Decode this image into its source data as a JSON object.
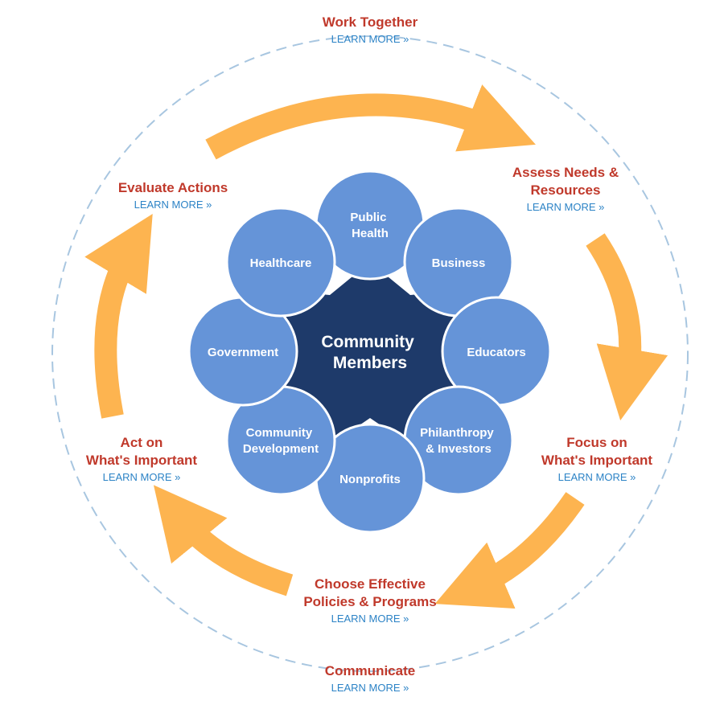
{
  "center": {
    "line1": "Community",
    "line2": "Members"
  },
  "sectors": [
    {
      "line1": "Public",
      "line2": "Health"
    },
    {
      "line1": "Business",
      "line2": ""
    },
    {
      "line1": "Educators",
      "line2": ""
    },
    {
      "line1": "Philanthropy",
      "line2": "& Investors"
    },
    {
      "line1": "Nonprofits",
      "line2": ""
    },
    {
      "line1": "Community",
      "line2": "Development"
    },
    {
      "line1": "Government",
      "line2": ""
    },
    {
      "line1": "Healthcare",
      "line2": ""
    }
  ],
  "steps": {
    "work_together": {
      "line1": "Work Together",
      "line2": "",
      "link": "LEARN MORE »"
    },
    "assess": {
      "line1": "Assess Needs &",
      "line2": "Resources",
      "link": "LEARN MORE »"
    },
    "focus": {
      "line1": "Focus on",
      "line2": "What's Important",
      "link": "LEARN MORE »"
    },
    "choose": {
      "line1": "Choose Effective",
      "line2": "Policies & Programs",
      "link": "LEARN MORE »"
    },
    "communicate": {
      "line1": "Communicate",
      "line2": "",
      "link": "LEARN MORE »"
    },
    "act": {
      "line1": "Act on",
      "line2": "What's Important",
      "link": "LEARN MORE »"
    },
    "evaluate": {
      "line1": "Evaluate Actions",
      "line2": "",
      "link": "LEARN MORE »"
    }
  },
  "colors": {
    "step_title": "#c0392b",
    "link": "#2c83c6",
    "arrow": "#fdb450",
    "sector_fill": "#6594d8",
    "center_fill": "#1e3a6a",
    "dashed_ring": "#a8c6e0"
  }
}
